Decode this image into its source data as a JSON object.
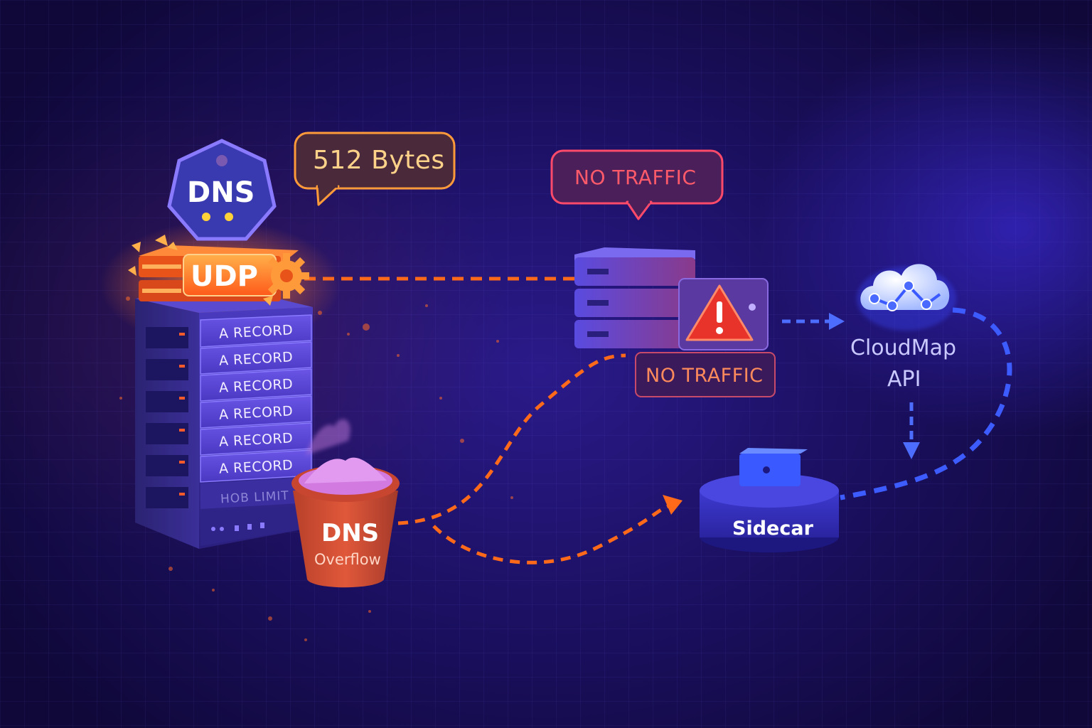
{
  "dns_badge": {
    "label": "DNS"
  },
  "udp": {
    "label": "UDP"
  },
  "size_bubble": {
    "label": "512 Bytes"
  },
  "server_rack": {
    "records": [
      "A RECORD",
      "A RECORD",
      "A RECORD",
      "A RECORD",
      "A RECORD",
      "A RECORD"
    ],
    "limit_label": "HOB LIMIT"
  },
  "overflow_bucket": {
    "title": "DNS",
    "subtitle": "Overflow"
  },
  "no_traffic_bubble": {
    "label": "NO TRAFFIC"
  },
  "no_traffic_tag": {
    "label": "NO TRAFFIC"
  },
  "cloudmap": {
    "line1": "CloudMap",
    "line2": "API"
  },
  "sidecar": {
    "label": "Sidecar"
  },
  "colors": {
    "background": "#1a0f5e",
    "orange_accent": "#ff6a1a",
    "blue_accent": "#3d5cff",
    "warning_red": "#ff3b3b"
  },
  "icons": [
    "warning-icon",
    "cloud-icon",
    "gear-icon"
  ]
}
